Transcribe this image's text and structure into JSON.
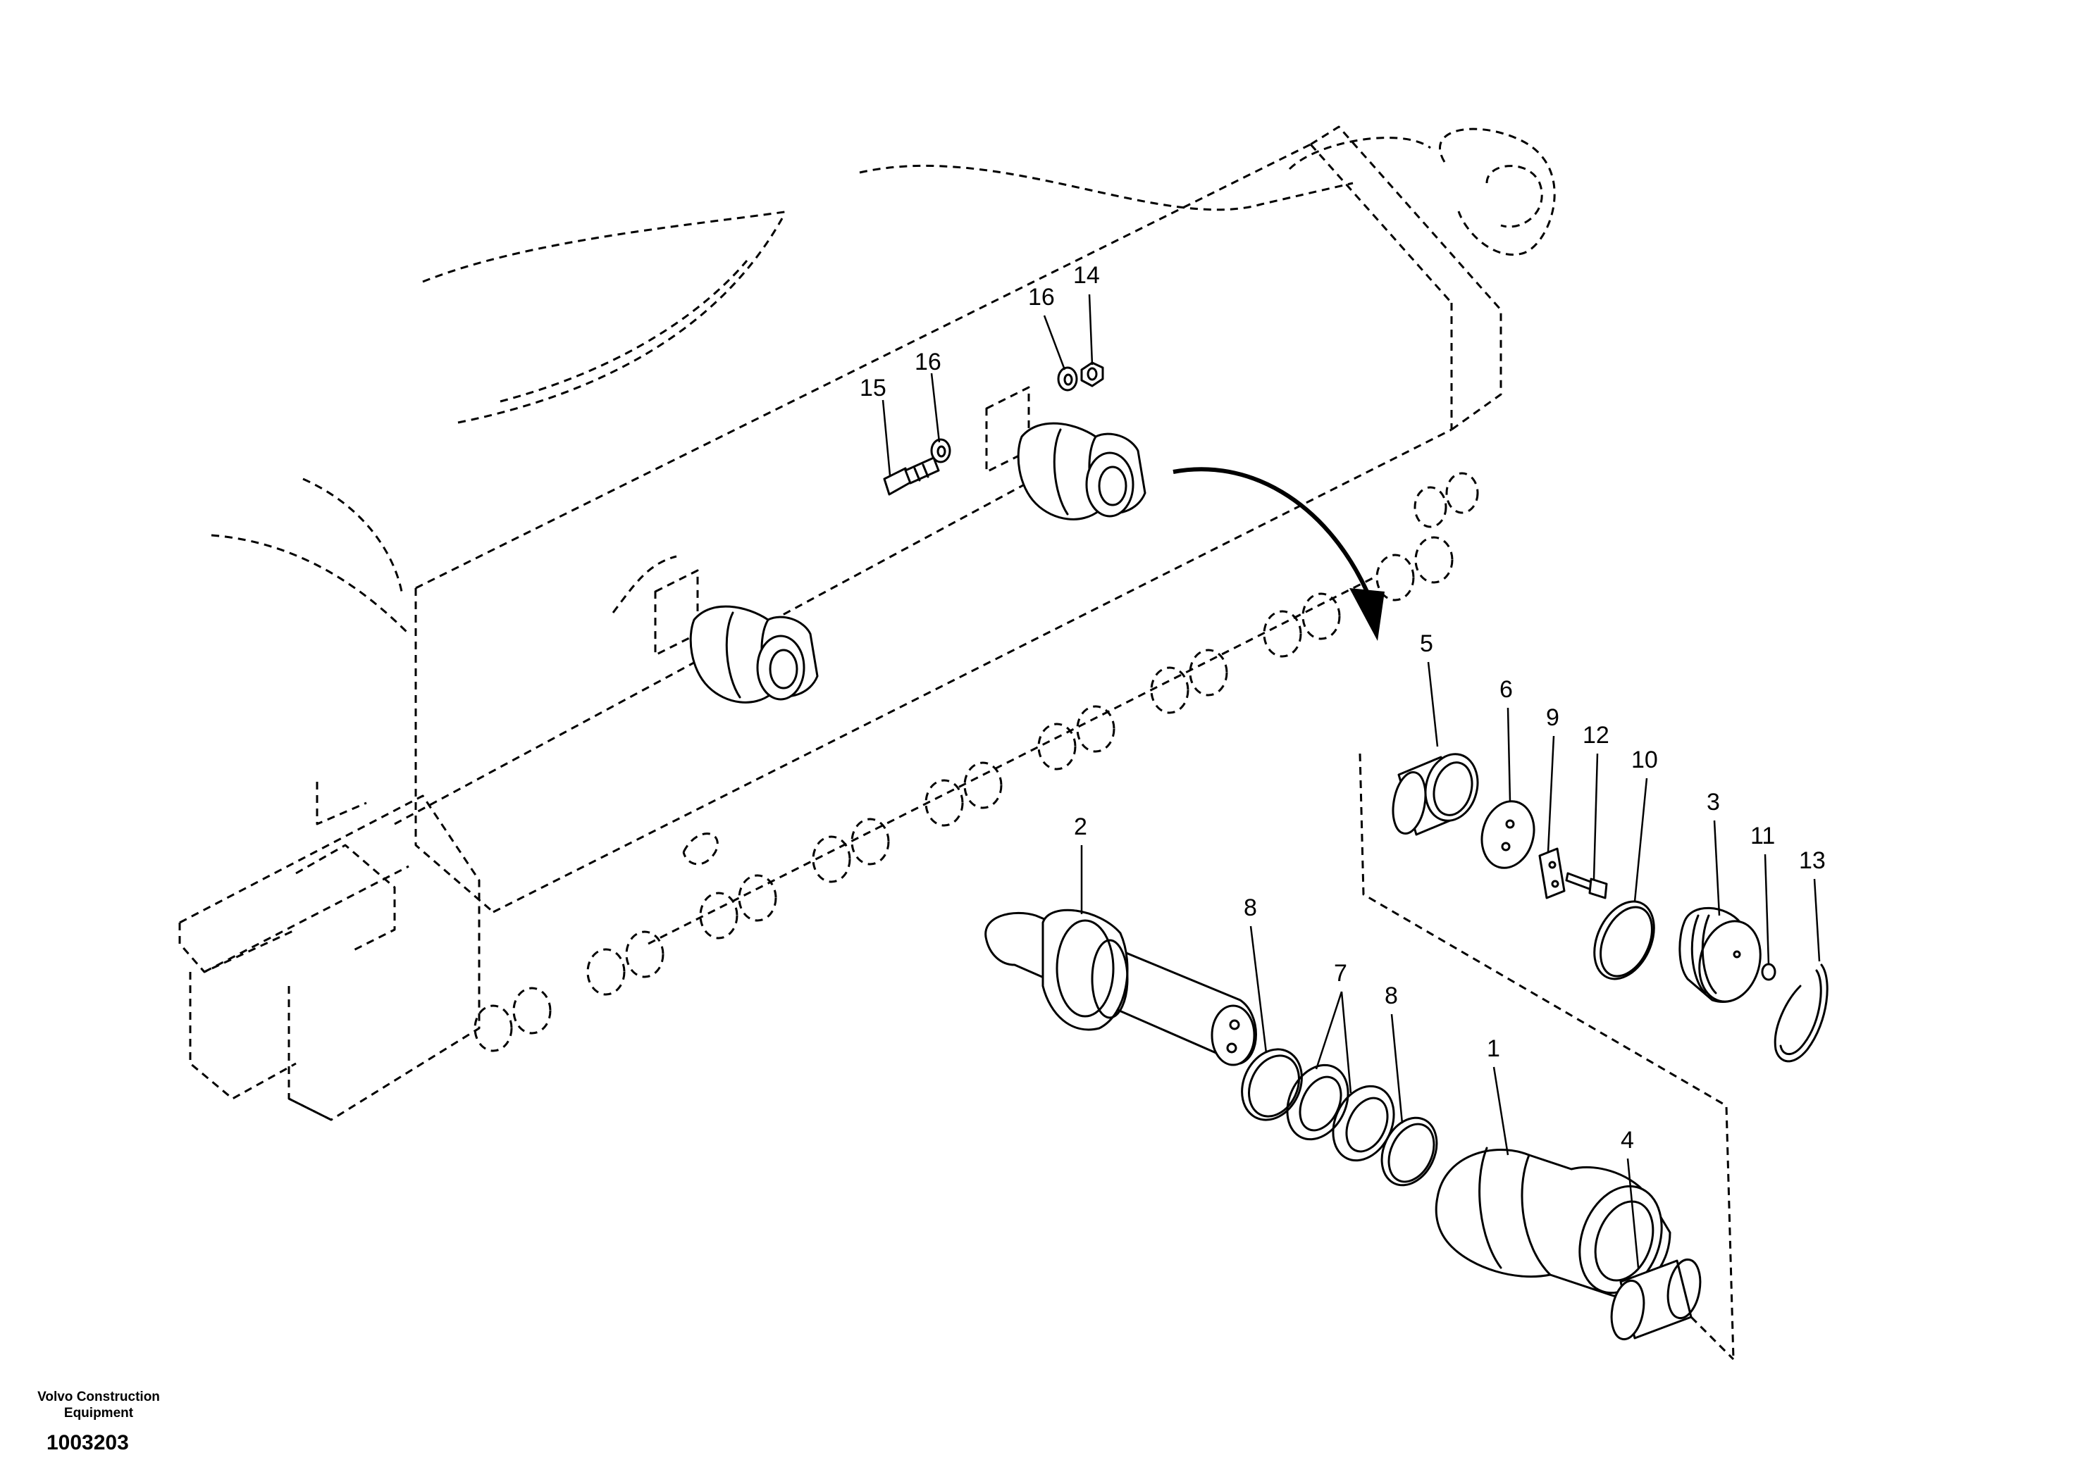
{
  "footer": {
    "brand_line1": "Volvo Construction",
    "brand_line2": "Equipment",
    "drawing_number": "1003203"
  },
  "callouts": {
    "c1": "1",
    "c2": "2",
    "c3": "3",
    "c4": "4",
    "c5": "5",
    "c6": "6",
    "c7": "7",
    "c8a": "8",
    "c8b": "8",
    "c9": "9",
    "c10": "10",
    "c11": "11",
    "c12": "12",
    "c13": "13",
    "c14": "14",
    "c15": "15",
    "c16a": "16",
    "c16b": "16"
  }
}
